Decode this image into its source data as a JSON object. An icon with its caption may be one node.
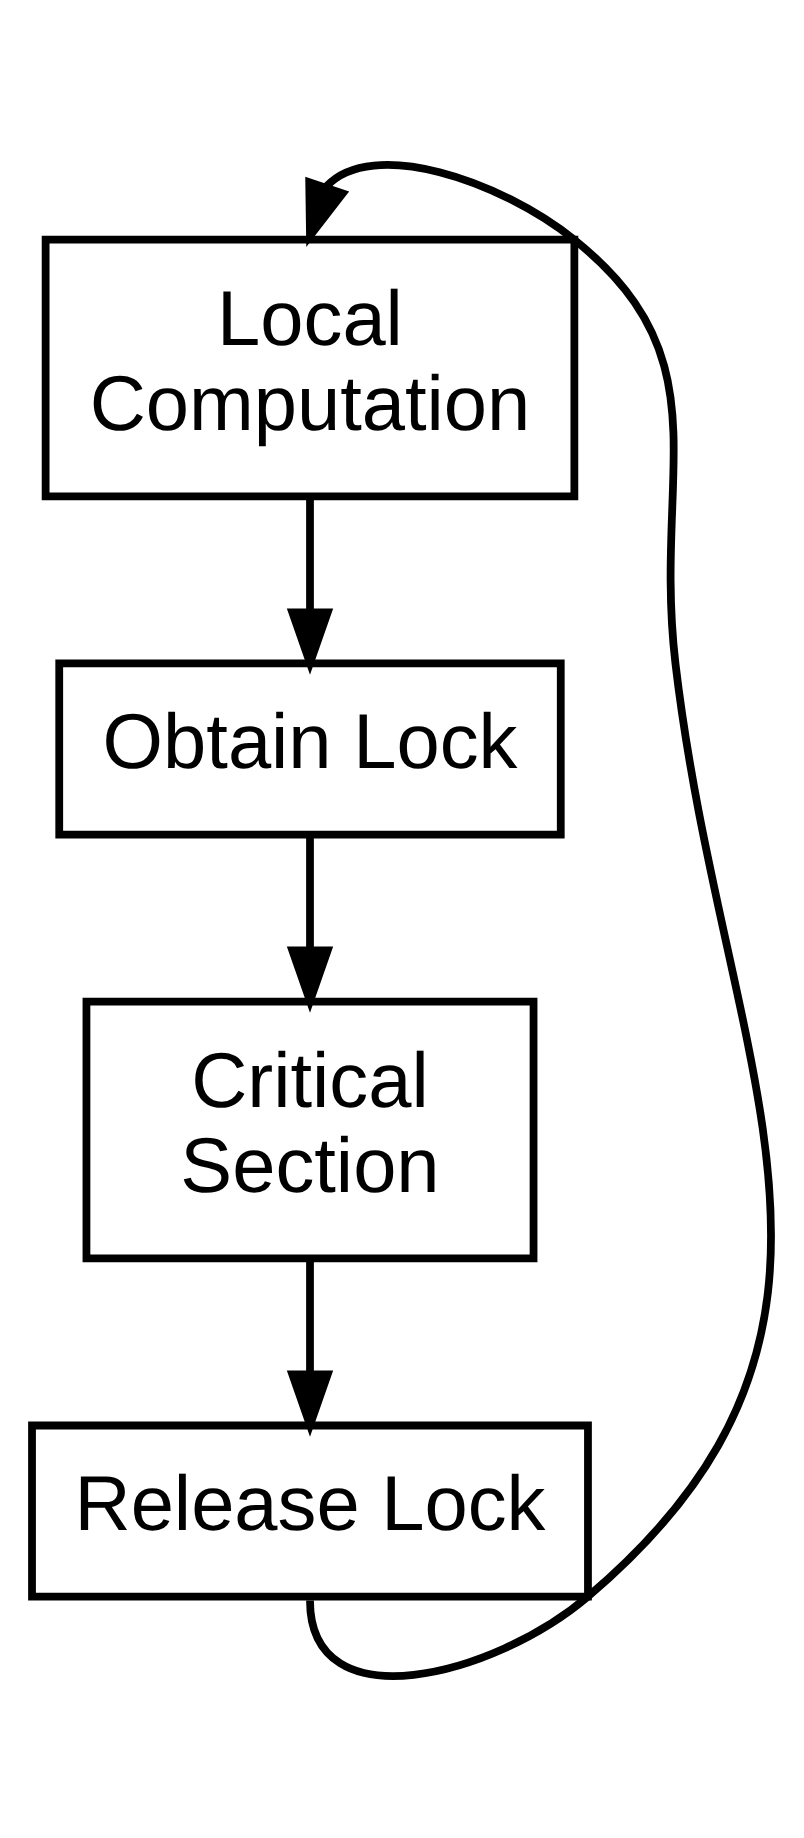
{
  "diagram": {
    "nodes": [
      {
        "text": [
          "Local Computation"
        ]
      },
      {
        "text": [
          "Obtain Lock"
        ]
      },
      {
        "text": [
          "Critical Section"
        ]
      },
      {
        "text": [
          "Release Lock"
        ]
      }
    ],
    "edges": [
      {
        "from": 0,
        "to": 1,
        "arrow": "to"
      },
      {
        "from": 1,
        "to": 2,
        "arrow": "to"
      },
      {
        "from": 2,
        "to": 3,
        "arrow": "to"
      },
      {
        "from": 3,
        "to": 0,
        "arrow": "to"
      }
    ]
  }
}
